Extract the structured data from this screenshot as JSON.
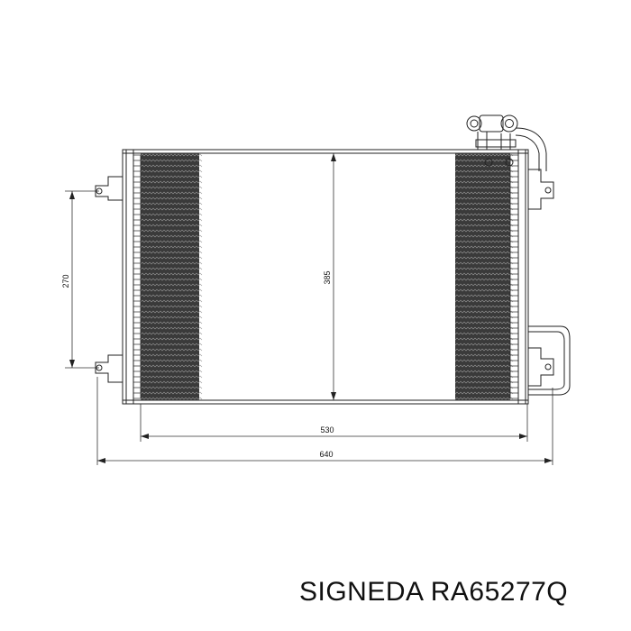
{
  "dimensions": {
    "height_outer": "385",
    "height_mount": "270",
    "width_core": "530",
    "width_total": "640"
  },
  "caption": "SIGNEDA RA65277Q"
}
